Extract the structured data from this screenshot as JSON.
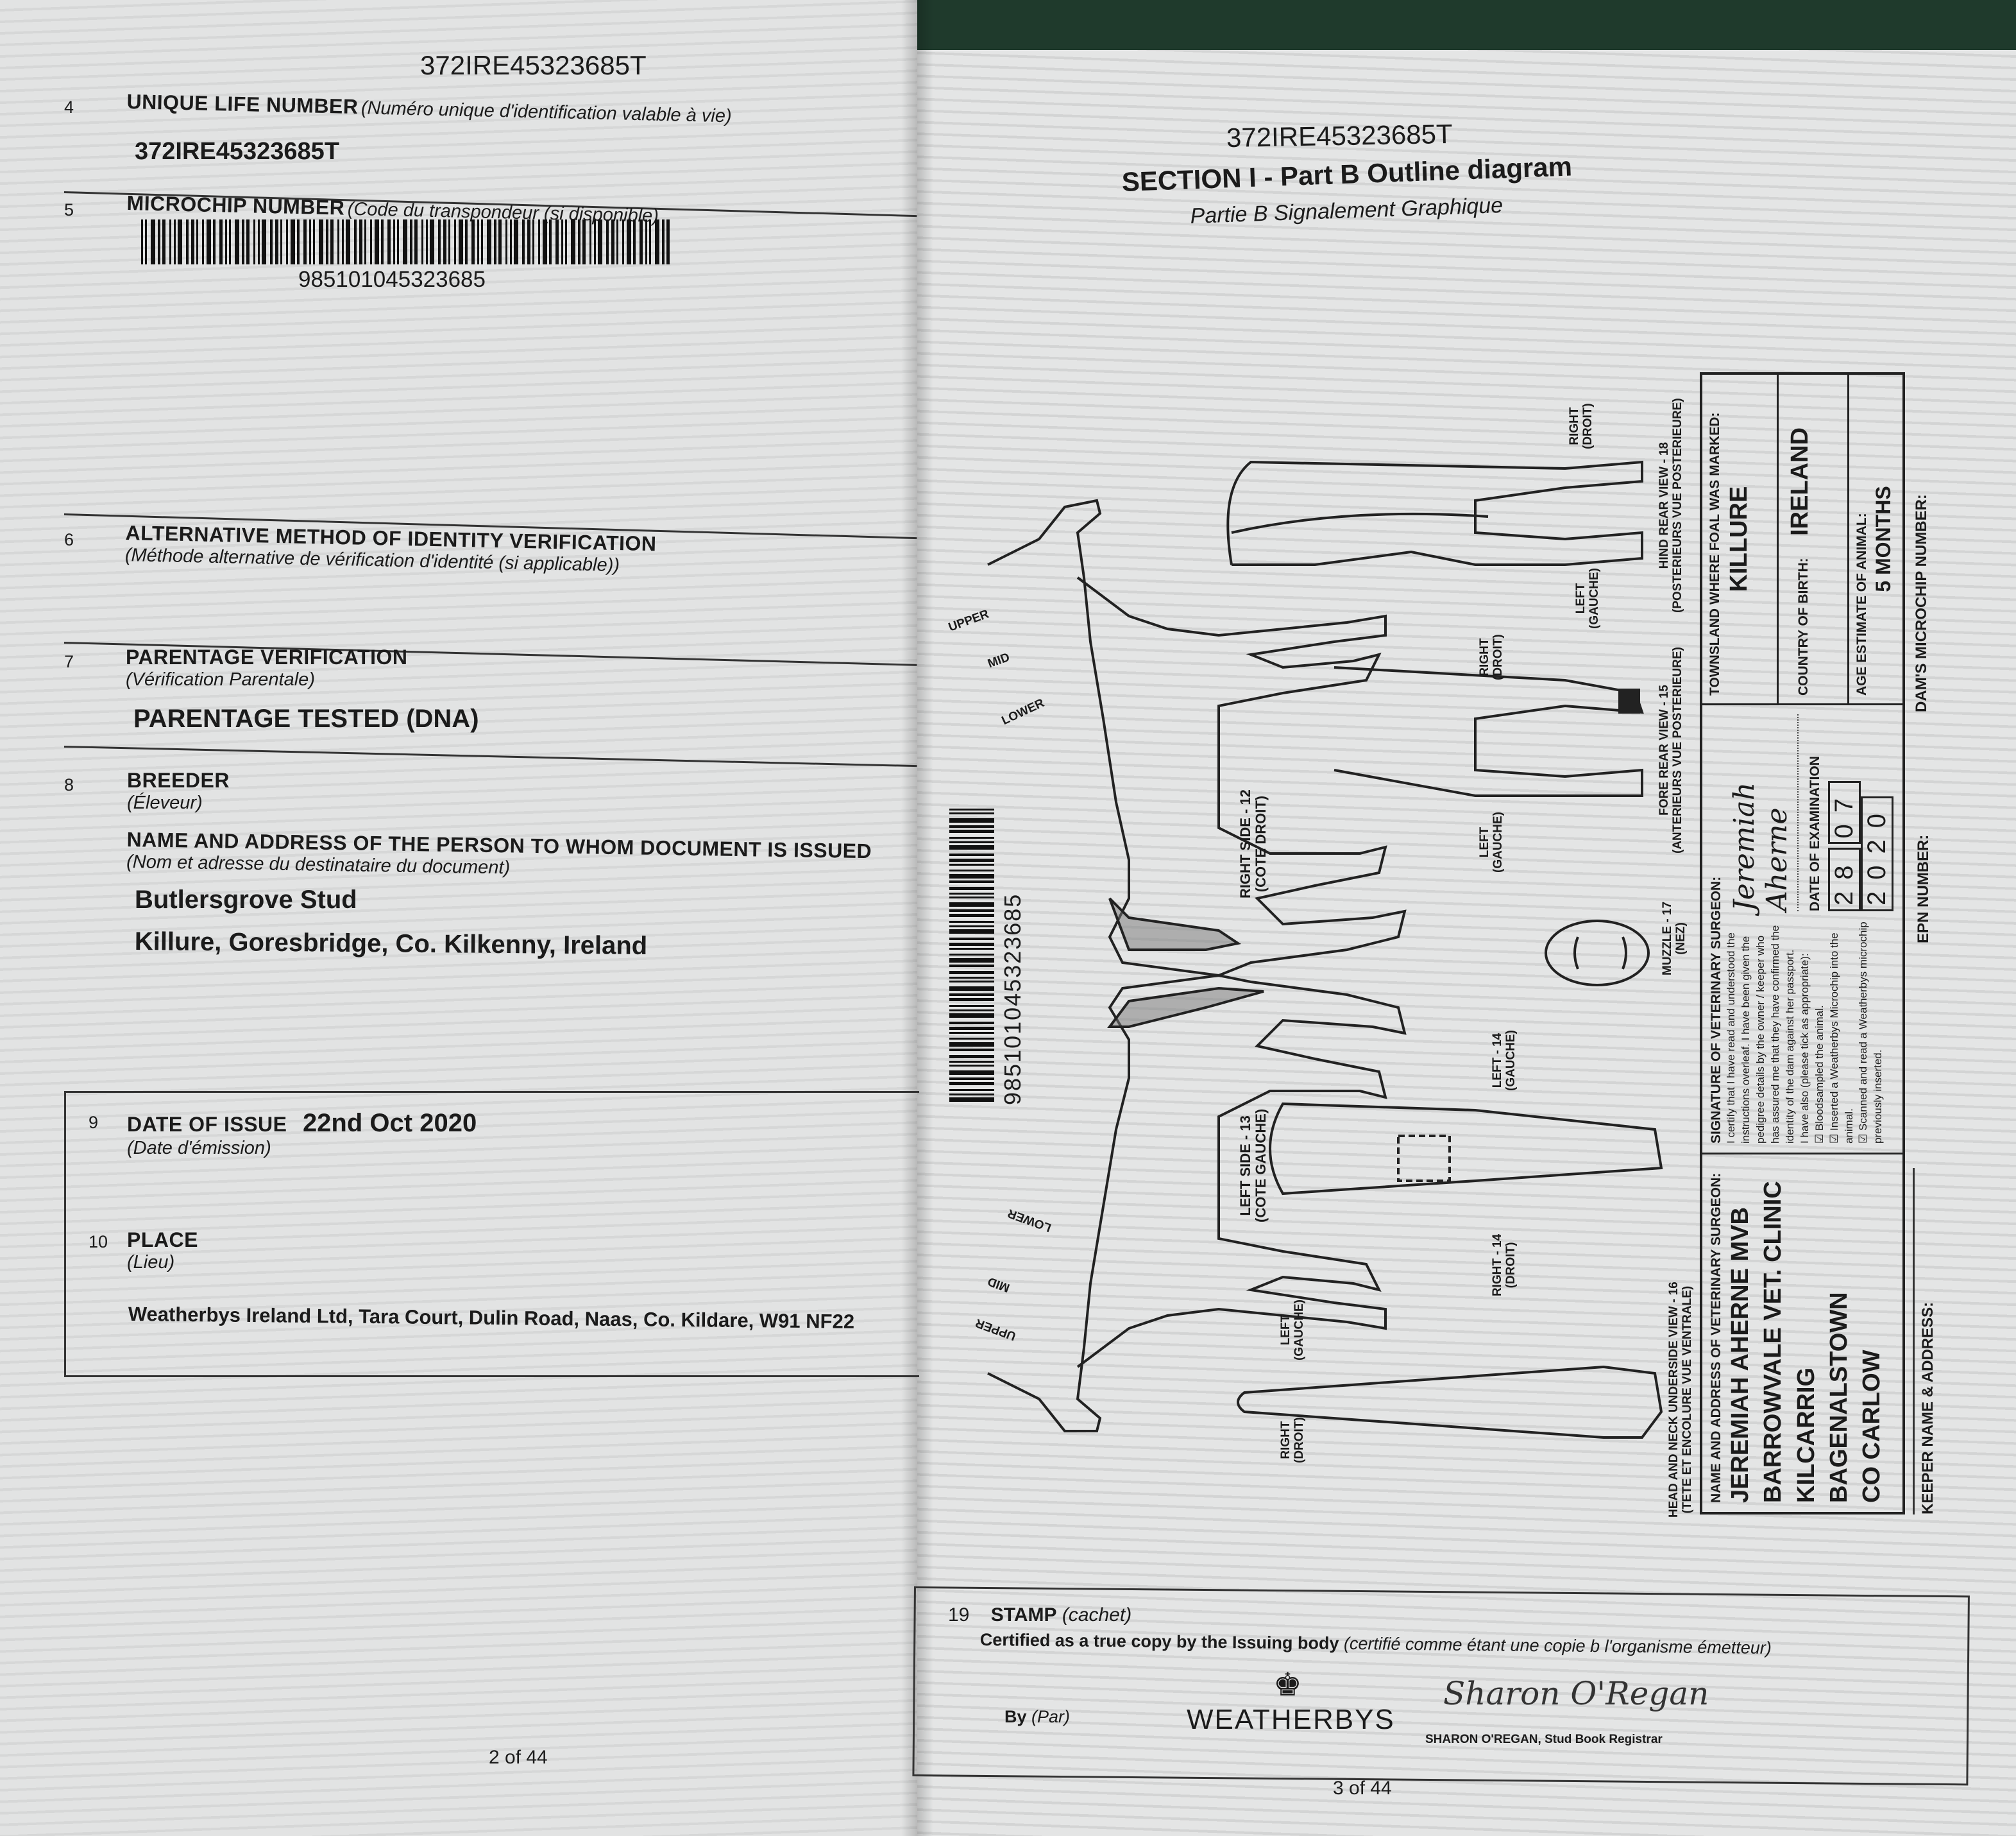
{
  "left_page": {
    "header_number": "372IRE45323685T",
    "section4": {
      "number": "4",
      "label": "UNIQUE LIFE NUMBER",
      "label_fr": "(Numéro unique d'identification valable à vie)",
      "value": "372IRE45323685T"
    },
    "section5": {
      "number": "5",
      "label": "MICROCHIP NUMBER",
      "label_fr": "(Code du transpondeur (si disponible)",
      "value": "985101045323685"
    },
    "section6": {
      "number": "6",
      "label": "ALTERNATIVE METHOD OF IDENTITY VERIFICATION",
      "label_fr": "(Méthode alternative de vérification d'identité (si applicable))"
    },
    "section7": {
      "number": "7",
      "label": "PARENTAGE VERIFICATION",
      "label_fr": "(Vérification Parentale)",
      "value": "PARENTAGE TESTED (DNA)"
    },
    "section8": {
      "number": "8",
      "label": "BREEDER",
      "label_fr": "(Éleveur)",
      "holder_label": "NAME AND ADDRESS OF THE PERSON TO WHOM DOCUMENT IS ISSUED",
      "holder_label_fr": "(Nom et adresse du destinataire du document)",
      "holder_name": "Butlersgrove Stud",
      "holder_address": "Killure, Goresbridge, Co. Kilkenny, Ireland"
    },
    "section9": {
      "number": "9",
      "label": "DATE OF ISSUE",
      "label_fr": "(Date d'émission)",
      "value": "22nd Oct 2020"
    },
    "section10": {
      "number": "10",
      "label": "PLACE",
      "label_fr": "(Lieu)",
      "value": "Weatherbys Ireland Ltd, Tara Court, Dulin Road, Naas, Co. Kildare, W91 NF22"
    },
    "page_number": "2 of 44"
  },
  "right_page": {
    "header_number": "372IRE45323685T",
    "title": "SECTION I - Part B Outline diagram",
    "subtitle": "Partie B Signalement Graphique",
    "barcode_number": "985101045323685",
    "diagram_labels": {
      "right_side": "RIGHT SIDE - 12",
      "right_side_fr": "(COTE DROIT)",
      "left_side": "LEFT SIDE - 13",
      "left_side_fr": "(COTE GAUCHE)",
      "hind_rear": "HIND REAR VIEW - 18",
      "hind_rear_fr": "(POSTERIEURS VUE POSTERIEURE)",
      "fore_rear": "FORE REAR VIEW - 15",
      "fore_rear_fr": "(ANTERIEURS VUE POSTERIEURE)",
      "muzzle": "MUZZLE - 17",
      "muzzle_fr": "(NEZ)",
      "head_neck": "HEAD AND NECK UNDERSIDE VIEW - 16",
      "head_neck_fr": "(TETE ET ENCOLURE VUE VENTRALE)",
      "left_14": "LEFT - 14",
      "left_14_fr": "(GAUCHE)",
      "right_14": "RIGHT - 14",
      "right_14_fr": "(DROIT)",
      "right": "RIGHT",
      "right_fr": "(DROIT)",
      "left": "LEFT",
      "left_fr": "(GAUCHE)",
      "upper": "UPPER",
      "mid": "MID",
      "lower": "LOWER"
    },
    "vet": {
      "name_label": "NAME AND ADDRESS OF VETERINARY SURGEON:",
      "name_lines": [
        "JEREMIAH AHERNE MVB",
        "BARROWVALE VET. CLINIC",
        "KILCARRIG",
        "BAGENALSTOWN",
        "CO CARLOW"
      ],
      "signature_label": "SIGNATURE OF VETERINARY SURGEON:",
      "signature": "Jeremiah Aherne",
      "certification": "I certify that I have read and understood the instructions overleaf. I have been given the pedigree details by the owner / keeper who has assured me that they have confirmed the identity of the dam against her passport.",
      "also_label": "I have also (please tick as appropriate):",
      "checks": [
        "Bloodsampled the animal.",
        "Inserted a Weatherbys Microchip into the animal.",
        "Scanned and read a Weatherbys microchip previously inserted."
      ],
      "date_label": "DATE OF EXAMINATION",
      "date_day": "28",
      "date_month": "07",
      "date_year": "2020",
      "townsland_label": "TOWNSLAND WHERE FOAL WAS MARKED:",
      "townsland": "KILLURE",
      "country_label": "COUNTRY OF BIRTH:",
      "country": "IRELAND",
      "age_label": "AGE ESTIMATE OF ANIMAL:",
      "age": "5 MONTHS"
    },
    "keeper_label": "KEEPER NAME & ADDRESS:",
    "epn_label": "EPN NUMBER:",
    "dam_microchip_label": "DAM'S MICROCHIP NUMBER:",
    "stamp": {
      "number": "19",
      "label": "STAMP",
      "label_fr": "(cachet)",
      "certified": "Certified as a true copy by the Issuing body",
      "certified_fr": "(certifié comme étant une copie b l'organisme émetteur)",
      "by": "By",
      "by_fr": "(Par)",
      "logo_text": "WEATHERBYS",
      "signature": "Sharon O'Regan",
      "signatory": "SHARON O'REGAN, Stud Book Registrar"
    },
    "page_number": "3 of 44"
  }
}
